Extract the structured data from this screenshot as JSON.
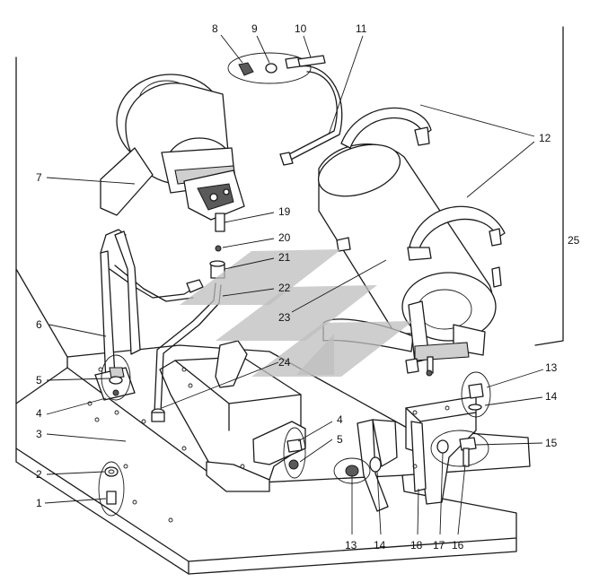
{
  "callouts": {
    "c1": "1",
    "c2": "2",
    "c3": "3",
    "c4a": "4",
    "c4b": "4",
    "c5a": "5",
    "c5b": "5",
    "c6": "6",
    "c7": "7",
    "c8": "8",
    "c9": "9",
    "c10": "10",
    "c11": "11",
    "c12": "12",
    "c13a": "13",
    "c13b": "13",
    "c14a": "14",
    "c14b": "14",
    "c15": "15",
    "c16": "16",
    "c17": "17",
    "c18": "18",
    "c19": "19",
    "c20": "20",
    "c21": "21",
    "c22": "22",
    "c23": "23",
    "c24": "24",
    "c25": "25"
  },
  "colors": {
    "line": "#1a1a1a",
    "watermark": "#bdbdbd",
    "background": "#ffffff"
  }
}
